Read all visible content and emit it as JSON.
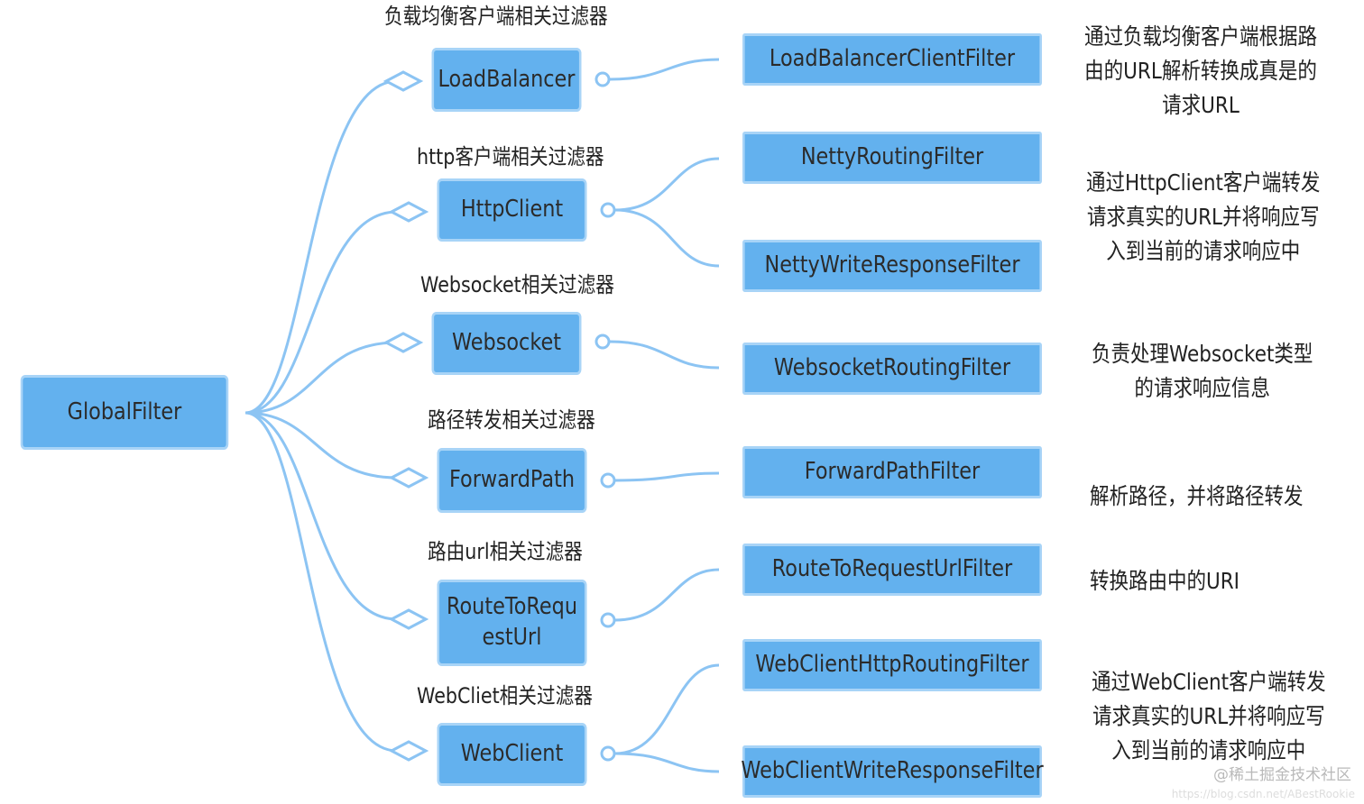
{
  "root": {
    "label": "GlobalFilter"
  },
  "groups": [
    {
      "caption": "负载均衡客户端相关过滤器",
      "label": "LoadBalancer"
    },
    {
      "caption": "http客户端相关过滤器",
      "label": "HttpClient"
    },
    {
      "caption": "Websocket相关过滤器",
      "label": "Websocket"
    },
    {
      "caption": "路径转发相关过滤器",
      "label": "ForwardPath"
    },
    {
      "caption": "路由url相关过滤器",
      "label_line1": "RouteToRequ",
      "label_line2": "estUrl"
    },
    {
      "caption": "WebCliet相关过滤器",
      "label": "WebClient"
    }
  ],
  "filters": [
    "LoadBalancerClientFilter",
    "NettyRoutingFilter",
    "NettyWriteResponseFilter",
    "WebsocketRoutingFilter",
    "ForwardPathFilter",
    "RouteToRequestUrlFilter",
    "WebClientHttpRoutingFilter",
    "WebClientWriteResponseFilter"
  ],
  "descriptions": [
    "通过负载均衡客户端根据路\n由的URL解析转换成真是的\n请求URL",
    "通过HttpClient客户端转发\n请求真实的URL并将响应写\n入到当前的请求响应中",
    "负责处理Websocket类型\n的请求响应信息",
    "解析路径，并将路径转发",
    "转换路由中的URI",
    "通过WebClient客户端转发\n请求真实的URL并将响应写\n入到当前的请求响应中"
  ],
  "watermark": "@稀土掘金技术社区",
  "watermark_sub": "https://blog.csdn.net/ABestRookie",
  "colors": {
    "box_fill": "#63b1ee",
    "box_border": "#a8d4f7",
    "connector": "#8cc4f3"
  }
}
